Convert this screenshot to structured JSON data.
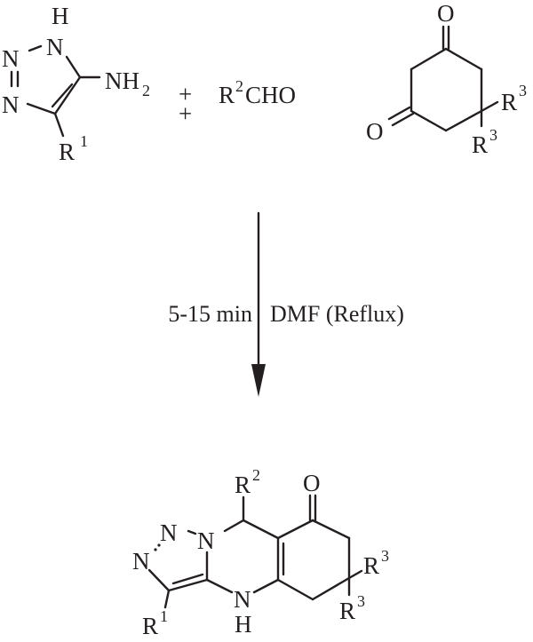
{
  "reactant_aminotriazole": {
    "h": "H",
    "n1": "N",
    "n2": "N",
    "n3": "N",
    "nh2_main": "NH",
    "nh2_sub": "2",
    "r1_main": "R",
    "r1_sup": "1"
  },
  "plus_signs": [
    "+",
    "+"
  ],
  "reactant_aldehyde": {
    "r_main": "R",
    "r_sup": "2",
    "rest": "CHO"
  },
  "reactant_dione": {
    "o_top": "O",
    "o_left": "O",
    "r3a_main": "R",
    "r3a_sup": "3",
    "r3b_main": "R",
    "r3b_sup": "3"
  },
  "conditions": {
    "time": "5-15 min",
    "solvent": "DMF (Reflux)"
  },
  "product": {
    "r2_main": "R",
    "r2_sup": "2",
    "o": "O",
    "n_a": "N",
    "n_b": "N",
    "n_c": "N",
    "nh_n": "N",
    "nh_h": "H",
    "r1_main": "R",
    "r1_sup": "1",
    "r3a_main": "R",
    "r3a_sup": "3",
    "r3b_main": "R",
    "r3b_sup": "3"
  }
}
